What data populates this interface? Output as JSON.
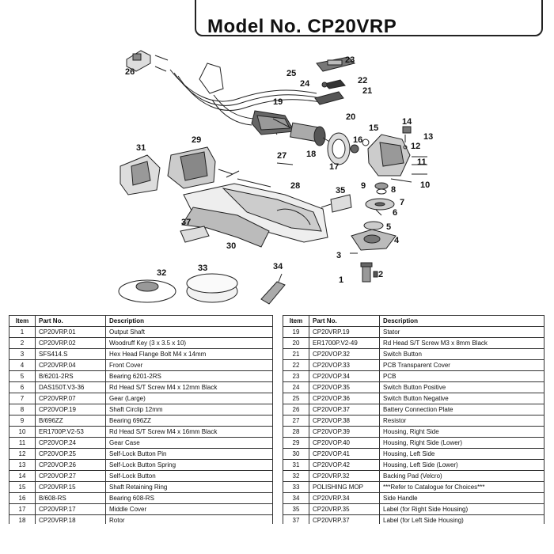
{
  "title": "Model No. CP20VRP",
  "callouts": [
    "1",
    "2",
    "3",
    "4",
    "5",
    "6",
    "7",
    "8",
    "9",
    "10",
    "11",
    "12",
    "13",
    "14",
    "15",
    "16",
    "17",
    "18",
    "19",
    "20",
    "21",
    "22",
    "23",
    "24",
    "25",
    "26",
    "27",
    "28",
    "29",
    "30",
    "31",
    "32",
    "33",
    "34",
    "35",
    "37"
  ],
  "table": {
    "headers": {
      "item": "Item",
      "part_no": "Part No.",
      "description": "Description"
    },
    "left_rows": [
      {
        "item": "1",
        "part_no": "CP20VRP.01",
        "description": "Output Shaft"
      },
      {
        "item": "2",
        "part_no": "CP20VRP.02",
        "description": "Woodruff Key (3 x 3.5 x 10)"
      },
      {
        "item": "3",
        "part_no": "SFS414.S",
        "description": "Hex Head Flange Bolt M4 x 14mm"
      },
      {
        "item": "4",
        "part_no": "CP20VRP.04",
        "description": "Front Cover"
      },
      {
        "item": "5",
        "part_no": "B/6201-2RS",
        "description": "Bearing 6201-2RS"
      },
      {
        "item": "6",
        "part_no": "DAS150T.V3-36",
        "description": "Rd Head S/T Screw M4 x 12mm Black"
      },
      {
        "item": "7",
        "part_no": "CP20VRP.07",
        "description": "Gear (Large)"
      },
      {
        "item": "8",
        "part_no": "CP20VOP.19",
        "description": "Shaft Circlip 12mm"
      },
      {
        "item": "9",
        "part_no": "B/696ZZ",
        "description": "Bearing 696ZZ"
      },
      {
        "item": "10",
        "part_no": "ER1700P.V2-53",
        "description": "Rd Head S/T Screw M4 x 16mm Black"
      },
      {
        "item": "11",
        "part_no": "CP20VOP.24",
        "description": "Gear Case"
      },
      {
        "item": "12",
        "part_no": "CP20VOP.25",
        "description": "Self-Lock Button Pin"
      },
      {
        "item": "13",
        "part_no": "CP20VOP.26",
        "description": "Self-Lock Button Spring"
      },
      {
        "item": "14",
        "part_no": "CP20VOP.27",
        "description": "Self-Lock Button"
      },
      {
        "item": "15",
        "part_no": "CP20VRP.15",
        "description": "Shaft Retaining Ring"
      },
      {
        "item": "16",
        "part_no": "B/608-RS",
        "description": "Bearing 608-RS"
      },
      {
        "item": "17",
        "part_no": "CP20VRP.17",
        "description": "Middle Cover"
      },
      {
        "item": "18",
        "part_no": "CP20VRP.18",
        "description": "Rotor"
      }
    ],
    "right_rows": [
      {
        "item": "19",
        "part_no": "CP20VRP.19",
        "description": "Stator"
      },
      {
        "item": "20",
        "part_no": "ER1700P.V2-49",
        "description": "Rd Head S/T Screw M3 x 8mm Black"
      },
      {
        "item": "21",
        "part_no": "CP20VOP.32",
        "description": "Switch Button"
      },
      {
        "item": "22",
        "part_no": "CP20VOP.33",
        "description": "PCB Transparent Cover"
      },
      {
        "item": "23",
        "part_no": "CP20VOP.34",
        "description": "PCB"
      },
      {
        "item": "24",
        "part_no": "CP20VOP.35",
        "description": "Switch Button Positive"
      },
      {
        "item": "25",
        "part_no": "CP20VOP.36",
        "description": "Switch Button Negative"
      },
      {
        "item": "26",
        "part_no": "CP20VOP.37",
        "description": "Battery Connection Plate"
      },
      {
        "item": "27",
        "part_no": "CP20VOP.38",
        "description": "Resistor"
      },
      {
        "item": "28",
        "part_no": "CP20VOP.39",
        "description": "Housing, Right Side"
      },
      {
        "item": "29",
        "part_no": "CP20VOP.40",
        "description": "Housing, Right Side (Lower)"
      },
      {
        "item": "30",
        "part_no": "CP20VOP.41",
        "description": "Housing, Left Side"
      },
      {
        "item": "31",
        "part_no": "CP20VOP.42",
        "description": "Housing, Left Side (Lower)"
      },
      {
        "item": "32",
        "part_no": "CP20VRP.32",
        "description": "Backing Pad (Velcro)"
      },
      {
        "item": "33",
        "part_no": "POLISHING MOP",
        "description": "***Refer to Catalogue for Choices***"
      },
      {
        "item": "34",
        "part_no": "CP20VRP.34",
        "description": "Side Handle"
      },
      {
        "item": "35",
        "part_no": "CP20VRP.35",
        "description": "Label (for Right Side Housing)"
      },
      {
        "item": "37",
        "part_no": "CP20VRP.37",
        "description": "Label (for Left Side Housing)"
      }
    ]
  }
}
